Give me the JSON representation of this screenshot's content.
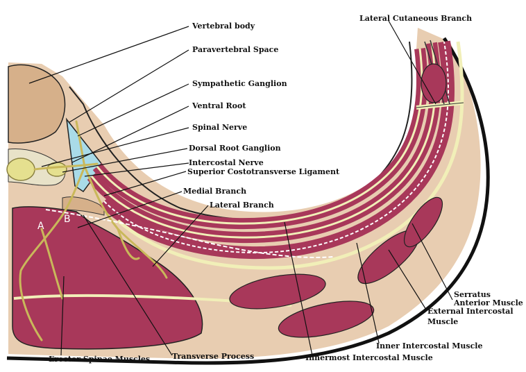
{
  "labels": {
    "vertebral_body": "Vertebral body",
    "paravertebral_space": "Paravertebral Space",
    "sympathetic_ganglion": "Sympathetic Ganglion",
    "ventral_root": "Ventral Root",
    "spinal_nerve": "Spinal Nerve",
    "dorsal_root_ganglion": "Dorsal Root Ganglion",
    "intercostal_nerve": "Intercostal Nerve",
    "superior_costotransverse_ligament": "Superior Costotransverse Ligament",
    "medial_branch": "Medial Branch",
    "lateral_branch": "Lateral Branch",
    "lateral_cutaneous_branch": "Lateral Cutaneous Branch",
    "serratus_line1": "Serratus",
    "serratus_line2": "Anterior Muscle",
    "external_intercostal_line1": "External Intercostal",
    "external_intercostal_line2": "Muscle",
    "inner_intercostal": "Inner Intercostal Muscle",
    "innermost_intercostal": "Innermost Intercostal Muscle",
    "transverse_process": "Transverse Process",
    "erector_spinae": "Erector Spinae Muscles",
    "point_a": "A",
    "point_b": "B"
  },
  "colors": {
    "muscle": "#a8385a",
    "muscle_dark": "#7a2440",
    "skin": "#e8cdb1",
    "skin_outline": "#111111",
    "bone": "#d6b08a",
    "nerve": "#e8e39a",
    "nerve_outline": "#8a8140",
    "cartilage": "#f1efb8",
    "paravertebral": "#a9dbe8",
    "label_text": "#111111"
  }
}
